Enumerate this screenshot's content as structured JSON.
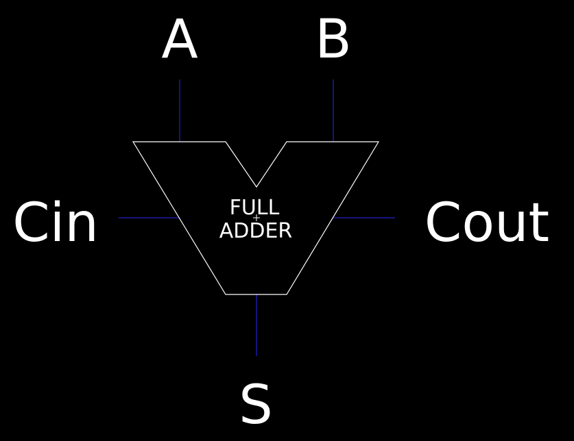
{
  "diagram": {
    "background": "#000000",
    "wire_color": "#1a1aa8",
    "outline_color": "#ffffff",
    "block": {
      "label_line1": "FULL",
      "label_line2": "ADDER"
    },
    "ports": {
      "a": "A",
      "b": "B",
      "cin": "Cin",
      "cout": "Cout",
      "s": "S"
    }
  }
}
